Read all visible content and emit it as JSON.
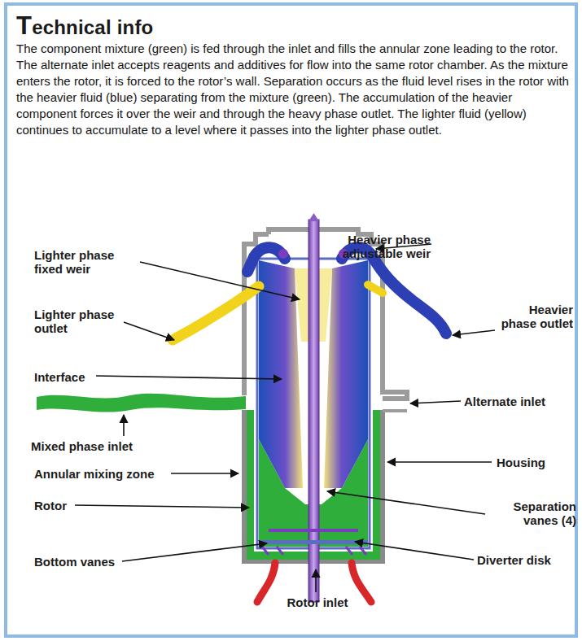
{
  "diagram": {
    "title": "Technical info",
    "caption": "The component mixture (green) is fed through the inlet and fills the annular zone leading to the rotor. The alternate inlet accepts reagents and additives for flow into the same rotor chamber. As the mixture enters the rotor, it is forced to the rotor’s wall. Separation occurs as the fluid level rises in the rotor with the heavier fluid (blue) separating from the mixture (green). The accumulation of the heavier component forces it over the weir and through the heavy phase outlet. The lighter fluid (yellow) continues to accumulate to a level where it passes into the lighter phase outlet.",
    "labels": [
      "Lighter phase fixed weir",
      "Lighter phase outlet",
      "Interface",
      "Mixed phase inlet",
      "Annular mixing zone",
      "Rotor",
      "Bottom vanes",
      "Rotor inlet",
      "Heavier phase adjustable weir",
      "Heavier phase outlet",
      "Alternate inlet",
      "Housing",
      "Separation vanes (4)",
      "Diverter disk"
    ]
  }
}
